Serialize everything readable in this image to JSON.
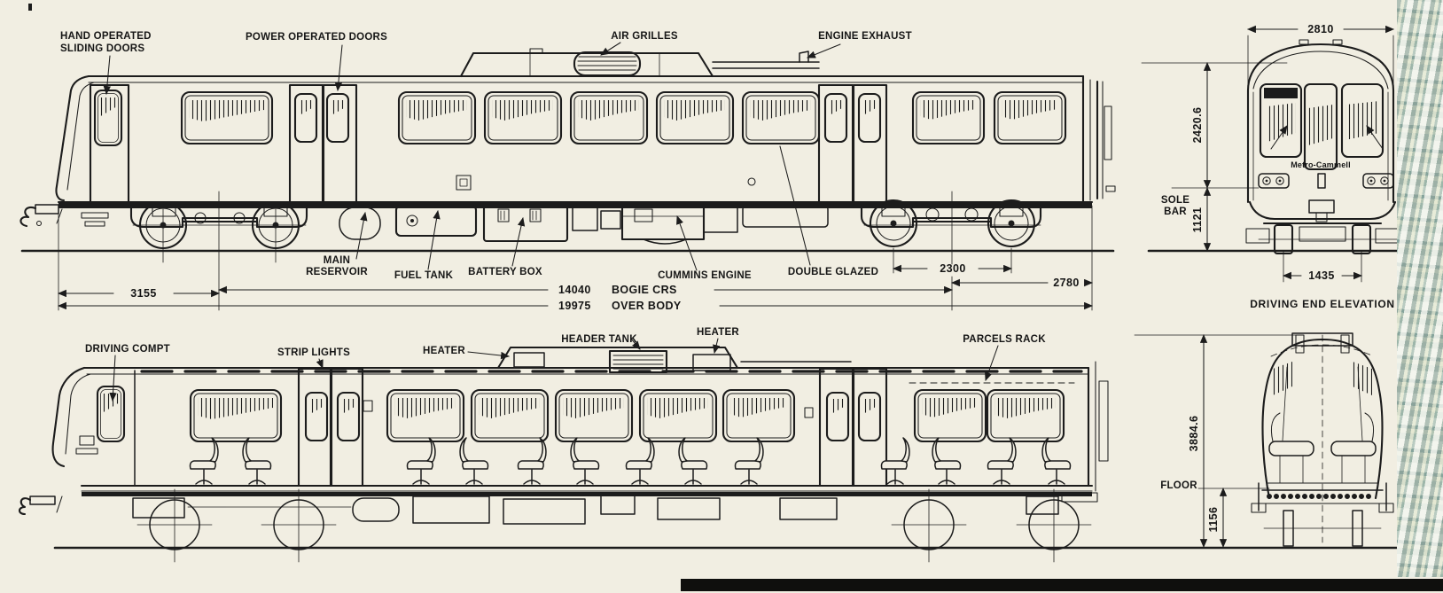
{
  "diagram": {
    "callouts_top": {
      "hand_operated_1": "HAND OPERATED",
      "hand_operated_2": "SLIDING DOORS",
      "power_doors": "POWER OPERATED DOORS",
      "air_grilles": "AIR GRILLES",
      "engine_exhaust": "ENGINE EXHAUST",
      "main_reservoir_1": "MAIN",
      "main_reservoir_2": "RESERVOIR",
      "fuel_tank": "FUEL TANK",
      "battery_box": "BATTERY BOX",
      "cummins_engine": "CUMMINS ENGINE",
      "double_glazed": "DOUBLE GLAZED"
    },
    "callouts_bottom": {
      "driving_compt": "DRIVING COMPT",
      "strip_lights": "STRIP LIGHTS",
      "heater_left": "HEATER",
      "header_tank": "HEADER TANK",
      "heater_right": "HEATER",
      "parcels_rack": "PARCELS RACK"
    },
    "captions": {
      "sole_bar_1": "SOLE",
      "sole_bar_2": "BAR",
      "floor": "FLOOR",
      "driving_end_elevation": "DRIVING END ELEVATION",
      "builder": "Metro-Cammell"
    },
    "dimensions": {
      "overall_width": "2810",
      "cantrail_height": "2420.6",
      "solebar_height": "1121",
      "track_gauge": "1435",
      "front_overhang": "3155",
      "bogie_wheelbase": "2300",
      "rear_overhang": "2780",
      "bogie_centres_value": "14040",
      "bogie_centres_label": "BOGIE CRS",
      "body_length_value": "19975",
      "body_length_label": "OVER BODY",
      "overall_height": "3884.6",
      "floor_height": "1156"
    },
    "colors": {
      "ink": "#1c1c1c",
      "paper": "#f1eee2",
      "footer_bar": "#0f0f0d"
    }
  }
}
